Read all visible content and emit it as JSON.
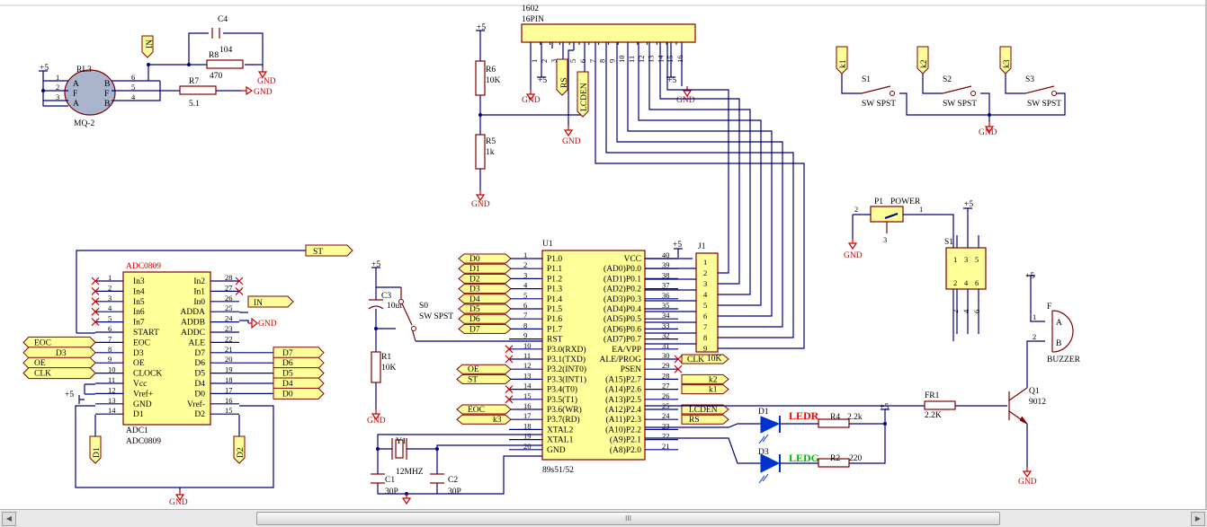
{
  "labels": {
    "lcd_name": "1602",
    "lcd_pins": "16PIN",
    "lcd_pin_numbers": [
      "1",
      "2",
      "3",
      "4",
      "5",
      "6",
      "7",
      "8",
      "9",
      "10",
      "11",
      "12",
      "13",
      "14",
      "15",
      "16"
    ],
    "vcc": "+5",
    "gnd": "GND",
    "r6": "R6",
    "r6_val": "10K",
    "r5": "R5",
    "r5_val": "1k",
    "rs": "RS",
    "lcden": "LCDEN",
    "rl3": "RL3",
    "mq2": "MQ-2",
    "mq_pins": [
      "A",
      "F",
      "A",
      "B",
      "F",
      "B"
    ],
    "mq_nums": [
      "1",
      "2",
      "3",
      "6",
      "5",
      "4"
    ],
    "c4": "C4",
    "c4_val": "104",
    "r8": "R8",
    "r8_val": "470",
    "r7": "R7",
    "r7_val": "5.1",
    "in": "IN",
    "k1": "k1",
    "k2": "k2",
    "k3": "k3",
    "s1": "S1",
    "s2": "S2",
    "s3": "S3",
    "sw_spst": "SW SPST",
    "p1": "P1",
    "power": "POWER",
    "p1_pins": [
      "2",
      "1",
      "3"
    ],
    "s1b": "S1",
    "s1b_pins": [
      "1",
      "3",
      "5",
      "2",
      "4",
      "6"
    ],
    "s1b_bottom": [
      "2",
      "4",
      "6"
    ],
    "st": "ST",
    "adc_top": "ADC0809",
    "adc_name": "ADC1",
    "adc_bottom": "ADC0809",
    "adc_left_pins": [
      {
        "n": "1",
        "name": "In3"
      },
      {
        "n": "2",
        "name": "In4"
      },
      {
        "n": "3",
        "name": "In5"
      },
      {
        "n": "4",
        "name": "In6"
      },
      {
        "n": "5",
        "name": "In7"
      },
      {
        "n": "6",
        "name": "START"
      },
      {
        "n": "7",
        "name": "EOC"
      },
      {
        "n": "8",
        "name": "D3"
      },
      {
        "n": "9",
        "name": "OE"
      },
      {
        "n": "10",
        "name": "CLOCK"
      },
      {
        "n": "11",
        "name": "Vcc"
      },
      {
        "n": "12",
        "name": "Vref+"
      },
      {
        "n": "13",
        "name": "GND"
      },
      {
        "n": "14",
        "name": "D1"
      }
    ],
    "adc_right_pins": [
      {
        "n": "28",
        "name": "In2"
      },
      {
        "n": "27",
        "name": "In1"
      },
      {
        "n": "26",
        "name": "In0"
      },
      {
        "n": "25",
        "name": "ADDA"
      },
      {
        "n": "24",
        "name": "ADDB"
      },
      {
        "n": "23",
        "name": "ADDC"
      },
      {
        "n": "22",
        "name": "ALE"
      },
      {
        "n": "21",
        "name": "D7"
      },
      {
        "n": "20",
        "name": "D6"
      },
      {
        "n": "19",
        "name": "D5"
      },
      {
        "n": "18",
        "name": "D4"
      },
      {
        "n": "17",
        "name": "D0"
      },
      {
        "n": "16",
        "name": "Vref-"
      },
      {
        "n": "15",
        "name": "D2"
      }
    ],
    "adc_left_tags": [
      "EOC",
      "D3",
      "OE",
      "CLK"
    ],
    "adc_right_tags": [
      "D7",
      "D6",
      "D5",
      "D4",
      "D0"
    ],
    "d1": "D1",
    "d2": "D2",
    "u1": "U1",
    "u1_part": "89s51/52",
    "u1_left_pins": [
      {
        "n": "1",
        "name": "P1.0"
      },
      {
        "n": "2",
        "name": "P1.1"
      },
      {
        "n": "3",
        "name": "P1.2"
      },
      {
        "n": "4",
        "name": "P1.3"
      },
      {
        "n": "5",
        "name": "P1.4"
      },
      {
        "n": "6",
        "name": "P1.5"
      },
      {
        "n": "7",
        "name": "P1.6"
      },
      {
        "n": "8",
        "name": "P1.7"
      },
      {
        "n": "9",
        "name": "RST"
      },
      {
        "n": "10",
        "name": "P3.0(RXD)"
      },
      {
        "n": "11",
        "name": "P3.1(TXD)"
      },
      {
        "n": "12",
        "name": "P3.2(INT0)"
      },
      {
        "n": "13",
        "name": "P3.3(INT1)"
      },
      {
        "n": "14",
        "name": "P3.4(T0)"
      },
      {
        "n": "15",
        "name": "P3.5(T1)"
      },
      {
        "n": "16",
        "name": "P3.6(WR)"
      },
      {
        "n": "17",
        "name": "P3.7(RD)"
      },
      {
        "n": "18",
        "name": "XTAL2"
      },
      {
        "n": "19",
        "name": "XTAL1"
      },
      {
        "n": "20",
        "name": "GND"
      }
    ],
    "u1_right_pins": [
      {
        "n": "40",
        "name": "VCC"
      },
      {
        "n": "39",
        "name": "(AD0)P0.0"
      },
      {
        "n": "38",
        "name": "(AD1)P0.1"
      },
      {
        "n": "37",
        "name": "(AD2)P0.2"
      },
      {
        "n": "36",
        "name": "(AD3)P0.3"
      },
      {
        "n": "35",
        "name": "(AD4)P0.4"
      },
      {
        "n": "34",
        "name": "(AD5)P0.5"
      },
      {
        "n": "33",
        "name": "(AD6)P0.6"
      },
      {
        "n": "32",
        "name": "(AD7)P0.7"
      },
      {
        "n": "31",
        "name": "EA/VPP"
      },
      {
        "n": "30",
        "name": "ALE/PROG"
      },
      {
        "n": "29",
        "name": "PSEN"
      },
      {
        "n": "28",
        "name": "(A15)P2.7"
      },
      {
        "n": "27",
        "name": "(A14)P2.6"
      },
      {
        "n": "26",
        "name": "(A13)P2.5"
      },
      {
        "n": "25",
        "name": "(A12)P2.4"
      },
      {
        "n": "24",
        "name": "(A11)P2.3"
      },
      {
        "n": "23",
        "name": "(A10)P2.2"
      },
      {
        "n": "22",
        "name": "(A9)P2.1"
      },
      {
        "n": "21",
        "name": "(A8)P2.0"
      }
    ],
    "u1_left_tags": [
      "D0",
      "D1",
      "D2",
      "D3",
      "D4",
      "D5",
      "D6",
      "D7"
    ],
    "u1_p3_tags": [
      "OE",
      "ST",
      "EOC",
      "k3"
    ],
    "u1_right_tags": [
      "CLK",
      "k2",
      "k1",
      "LCDEN",
      "RS"
    ],
    "j1": "J1",
    "j1_pins": [
      "1",
      "2",
      "3",
      "4",
      "5",
      "6",
      "7",
      "8",
      "9"
    ],
    "j1_val": "10K",
    "c3": "C3",
    "c3_val": "10uf",
    "s0": "S0",
    "r1": "R1",
    "r1_val": "10K",
    "y1": "Y1",
    "y1_val": "12MHZ",
    "c1": "C1",
    "c1_val": "30P",
    "c2": "C2",
    "c2_val": "30P",
    "d1led": "D1",
    "ledr": "LEDR",
    "d3led": "D3",
    "ledg": "LEDG",
    "r4": "R4",
    "r4_val": "2.2k",
    "r2": "R2",
    "r2_val": "220",
    "fr1": "FR1",
    "fr1_val": "2.2K",
    "q1": "Q1",
    "q1_val": "9012",
    "f": "F",
    "buzzer": "BUZZER",
    "buz_pins": [
      "1",
      "2"
    ],
    "buz_ab": [
      "A",
      "B"
    ],
    "scroll_grip": "III"
  },
  "colors": {
    "wire": "#000080",
    "device": "#800000",
    "ground": "#cc0000",
    "tag_fill": "#ffff99",
    "led_red_text": "#ff0000",
    "led_green_text": "#00bb00",
    "led_body": "#0033cc"
  }
}
